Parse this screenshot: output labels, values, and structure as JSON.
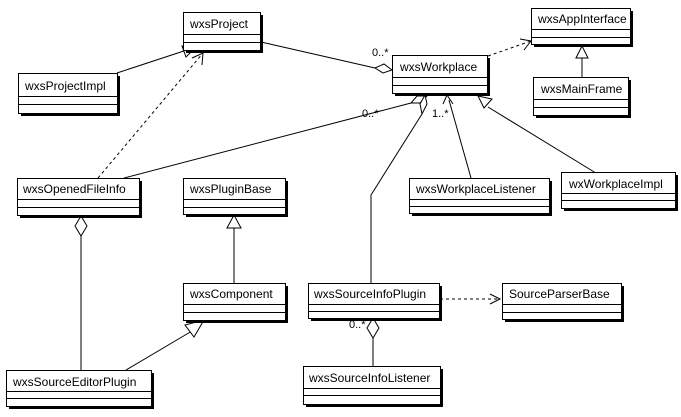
{
  "classes": {
    "wxsProject": "wxsProject",
    "wxsProjectImpl": "wxsProjectImpl",
    "wxsWorkplace": "wxsWorkplace",
    "wxsAppInterface": "wxsAppInterface",
    "wxsMainFrame": "wxsMainFrame",
    "wxsOpenedFileInfo": "wxsOpenedFileInfo",
    "wxsPluginBase": "wxsPluginBase",
    "wxsWorkplaceListener": "wxsWorkplaceListener",
    "wxWorkplaceImpl": "wxWorkplaceImpl",
    "wxsComponent": "wxsComponent",
    "wxsSourceInfoPlugin": "wxsSourceInfoPlugin",
    "SourceParserBase": "SourceParserBase",
    "wxsSourceEditorPlugin": "wxsSourceEditorPlugin",
    "wxsSourceInfoListener": "wxsSourceInfoListener"
  },
  "multiplicities": {
    "project_workplace": "0..*",
    "openedfile_workplace": "0..*",
    "listener_workplace": "1..*",
    "listener_sourceinfo": "0..*"
  },
  "colors": {
    "line": "#000000",
    "background": "#ffffff"
  }
}
